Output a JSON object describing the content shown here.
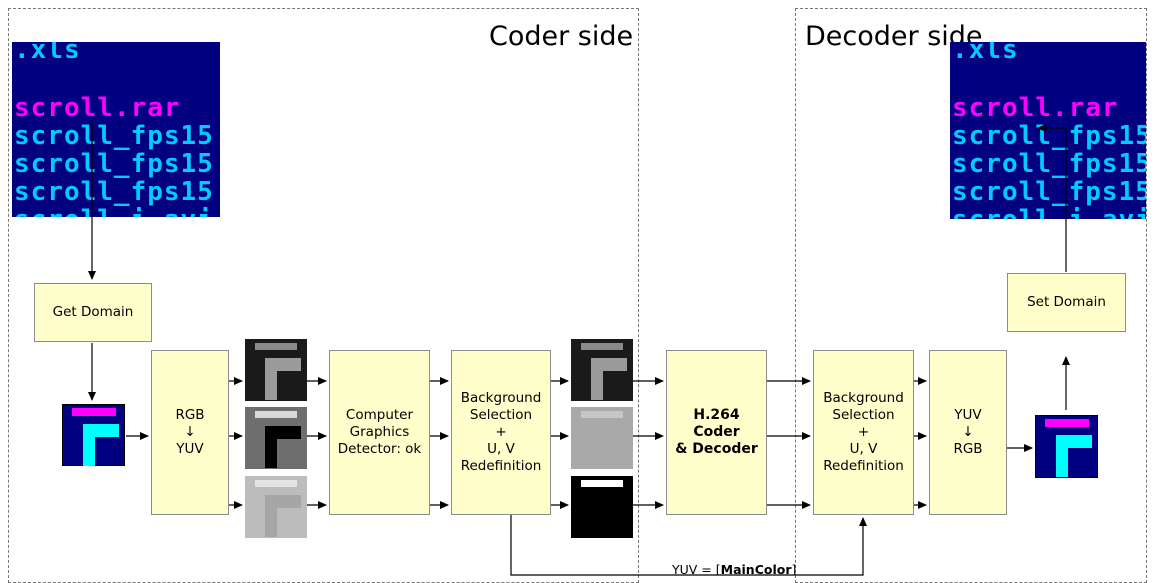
{
  "regions": {
    "coder": "Coder side",
    "decoder": "Decoder side"
  },
  "screenshot": {
    "lines": [
      ".xls",
      "",
      "scroll.rar",
      "scroll_fps15",
      "scroll_fps15",
      "scroll_fps15",
      "scroll_i.avi"
    ],
    "colors": {
      "background": "#000080",
      "highlight": "#ff00ff",
      "text": "#00ccff"
    }
  },
  "blocks": {
    "get_domain": "Get Domain",
    "rgb_yuv": "RGB\n↓\nYUV",
    "detector": "Computer\nGraphics\nDetector: ok",
    "bg_select_coder": "Background\nSelection\n+\nU, V\nRedefinition",
    "codec_line1": "H.264",
    "codec_line2": "Coder",
    "codec_line3": "& Decoder",
    "bg_select_decoder": "Background\nSelection\n+\nU, V\nRedefinition",
    "yuv_rgb": "YUV\n↓\nRGB",
    "set_domain": "Set Domain"
  },
  "feedback": {
    "prefix": "YUV = [",
    "bold": "MainColor",
    "suffix": "]"
  },
  "colors": {
    "block_fill": "#ffffcc",
    "domain_icon_bg": "#000080",
    "domain_icon_bar": "#ff00ff",
    "domain_icon_shape": "#00ffff"
  }
}
